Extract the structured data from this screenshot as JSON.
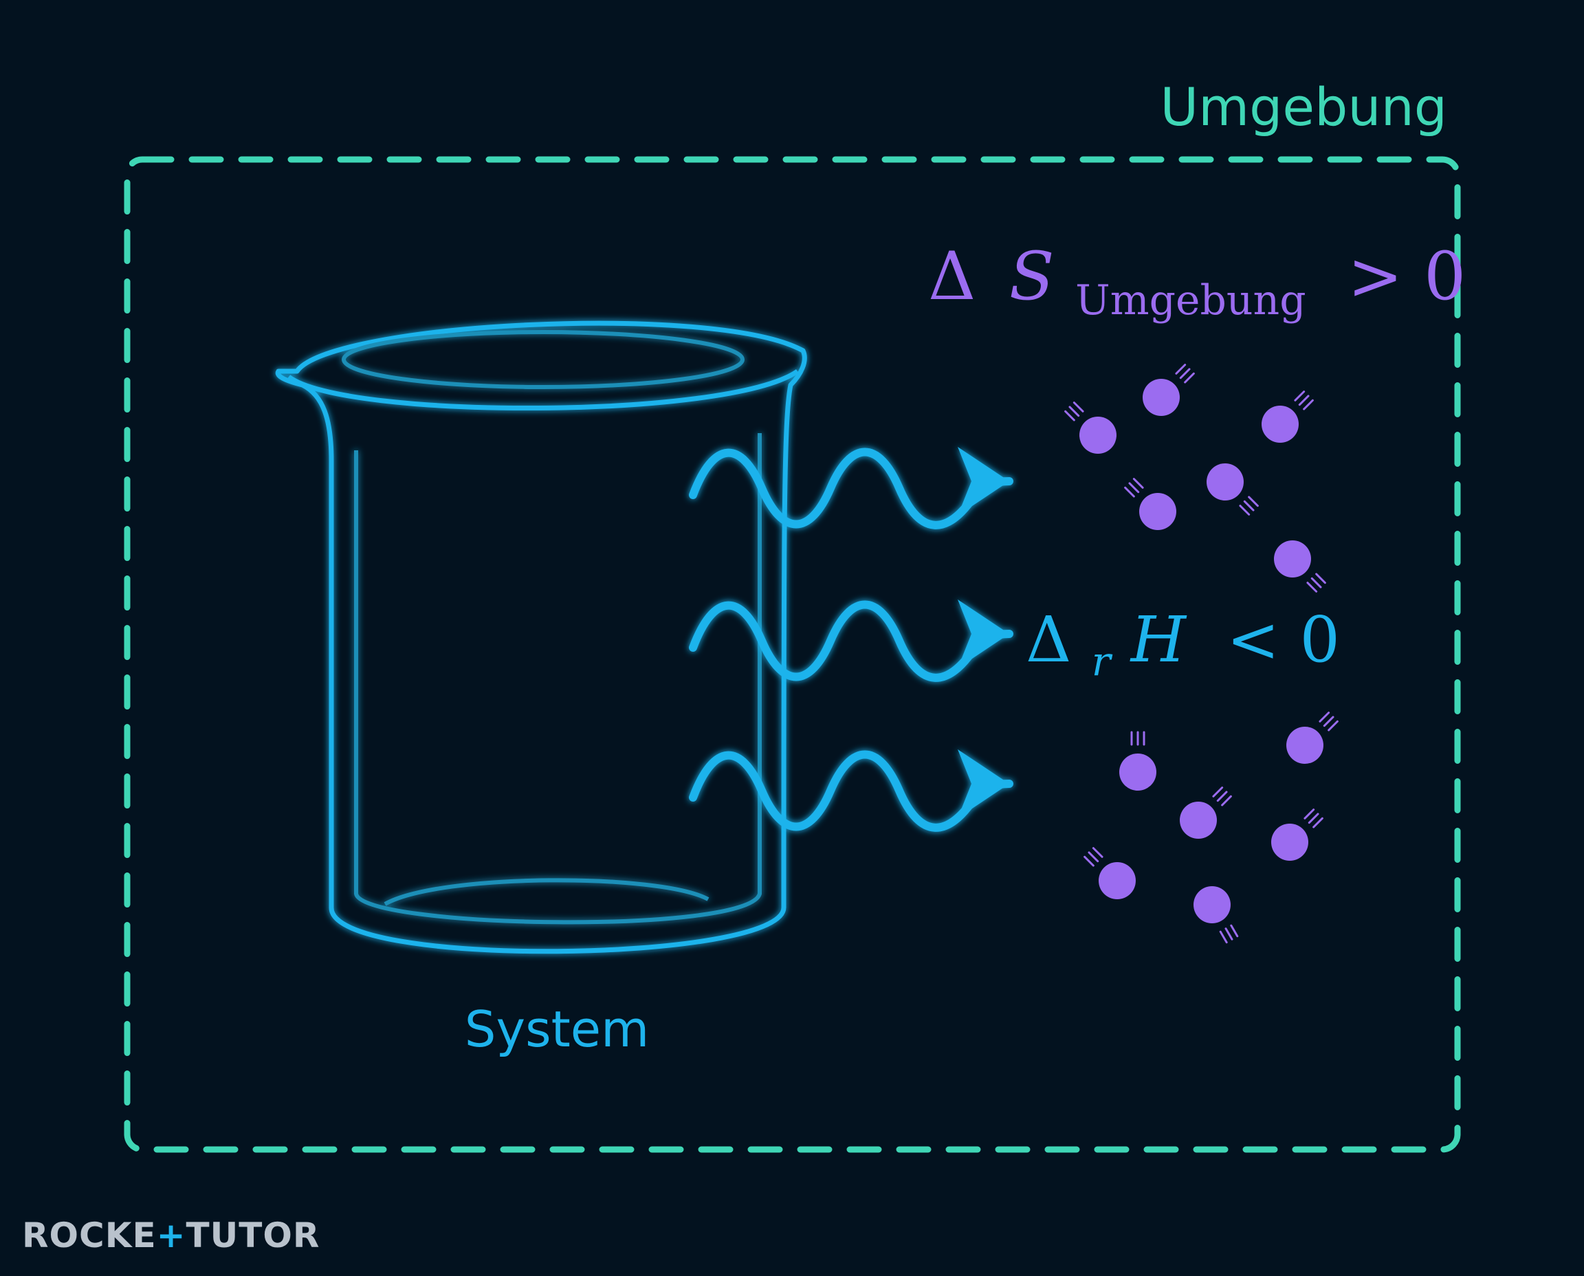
{
  "surroundings": {
    "label": "Umgebung",
    "color": "#3fd6b5"
  },
  "system": {
    "label": "System",
    "color": "#1eb3ec"
  },
  "entropy_equation": {
    "delta": "Δ",
    "symbol": "S",
    "subscript": "Umgebung",
    "relation": "> 0",
    "color": "#9b6cf0"
  },
  "enthalpy_equation": {
    "delta": "Δ",
    "subscript": "r",
    "symbol": "H",
    "relation": "< 0",
    "color": "#1eb3ec"
  },
  "particle_color": "#9b6cf0",
  "logo": {
    "part1": "ROCKE",
    "plus": "+",
    "part2": "TUTOR"
  }
}
